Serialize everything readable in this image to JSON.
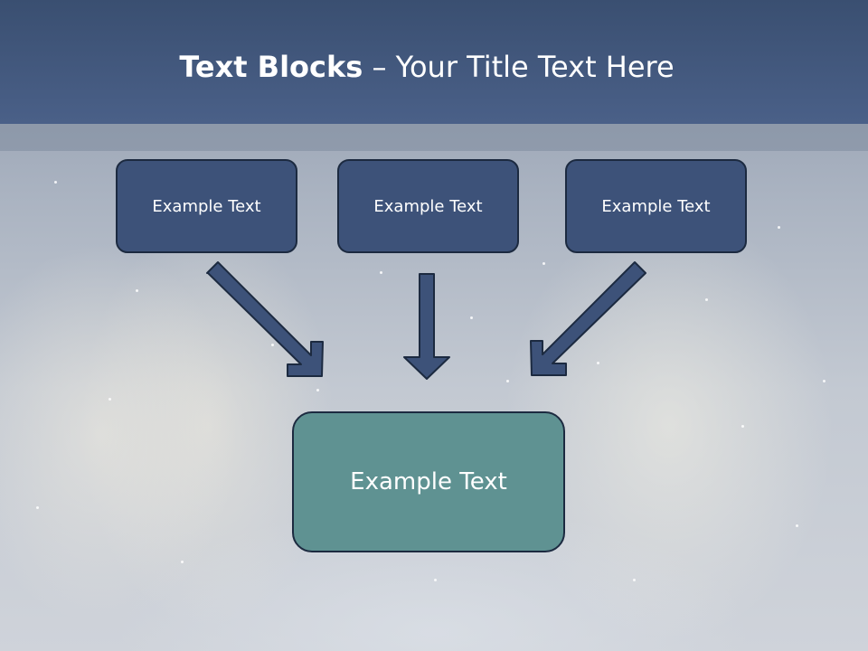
{
  "slide": {
    "title_bold": "Text Blocks",
    "title_rest": " – Your Title Text Here",
    "blocks": [
      {
        "label": "Example Text"
      },
      {
        "label": "Example Text"
      },
      {
        "label": "Example Text"
      }
    ],
    "main_block": {
      "label": "Example Text"
    }
  },
  "colors": {
    "header": "#3f5478",
    "box_fill": "#3d5279",
    "box_border": "#1c2a40",
    "main_box_fill": "#5f9292",
    "arrow_fill": "#3d5279"
  }
}
